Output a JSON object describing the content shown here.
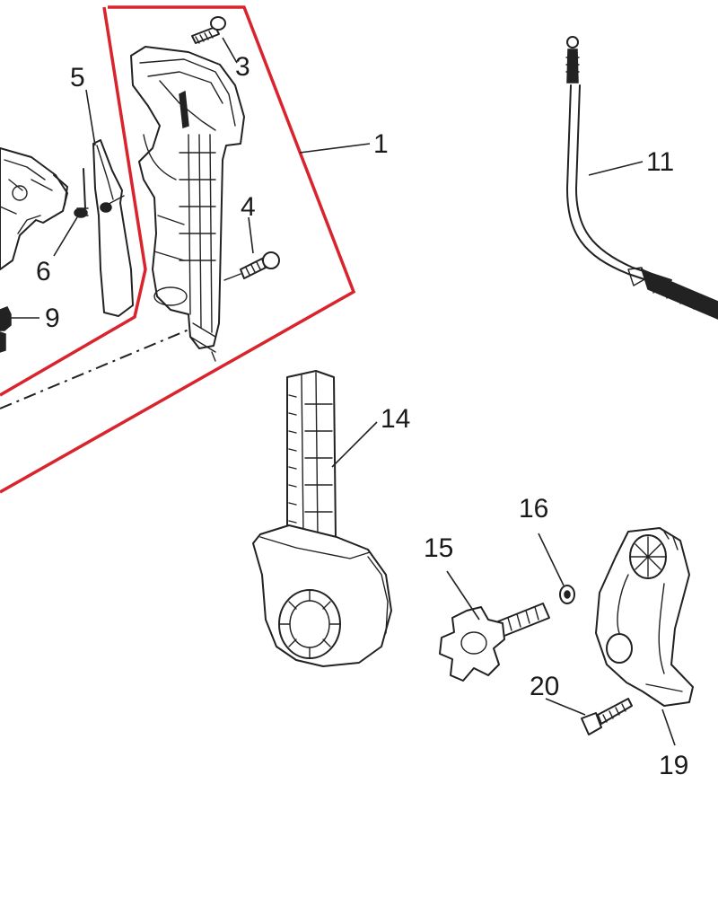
{
  "diagram": {
    "highlight_color": "#d9232d",
    "parts": [
      {
        "id": "part-1",
        "label": "1"
      },
      {
        "id": "part-3",
        "label": "3"
      },
      {
        "id": "part-4",
        "label": "4"
      },
      {
        "id": "part-5",
        "label": "5"
      },
      {
        "id": "part-6",
        "label": "6"
      },
      {
        "id": "part-9",
        "label": "9"
      },
      {
        "id": "part-11",
        "label": "11"
      },
      {
        "id": "part-14",
        "label": "14"
      },
      {
        "id": "part-15",
        "label": "15"
      },
      {
        "id": "part-16",
        "label": "16"
      },
      {
        "id": "part-19",
        "label": "19"
      },
      {
        "id": "part-20",
        "label": "20"
      }
    ]
  }
}
